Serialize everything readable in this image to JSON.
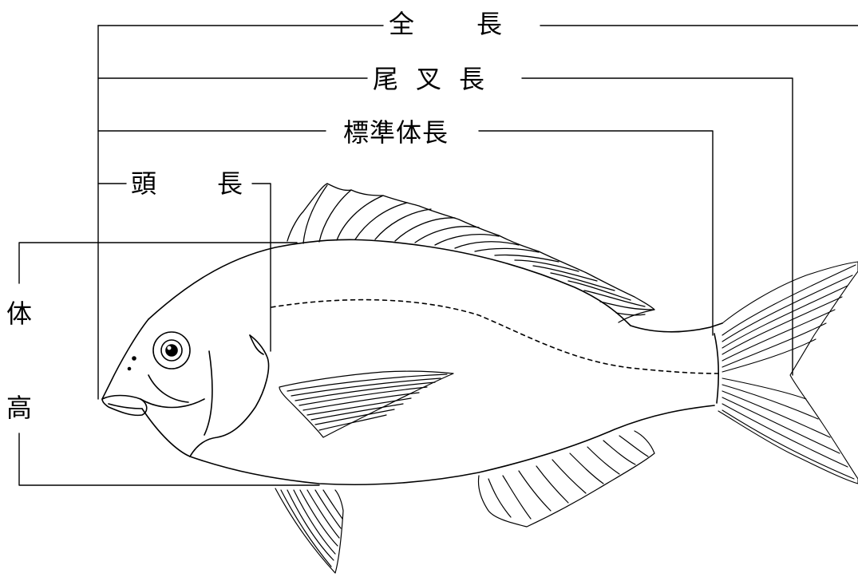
{
  "labels": {
    "total_length": [
      "全",
      "長"
    ],
    "fork_length": [
      "尾",
      "叉",
      "長"
    ],
    "standard_length": "標準体長",
    "head_length": [
      "頭",
      "長"
    ],
    "body_depth": [
      "体",
      "高"
    ]
  }
}
